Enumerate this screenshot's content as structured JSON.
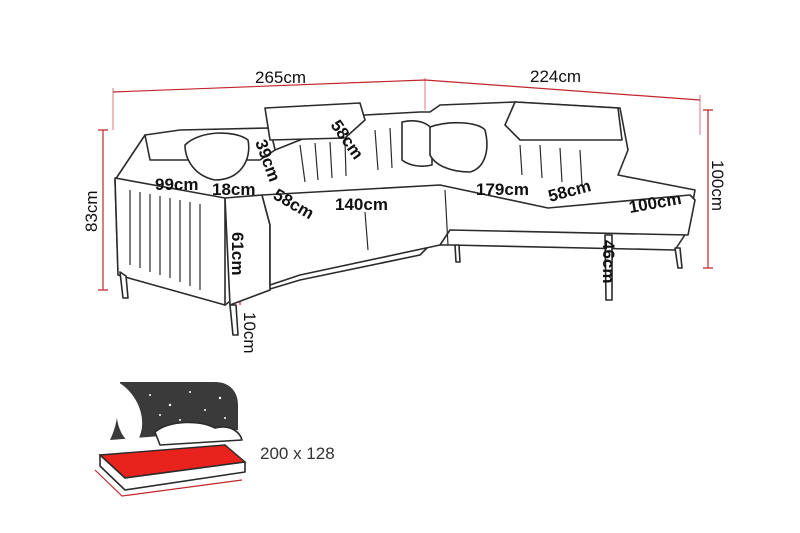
{
  "dimensions": {
    "total_width_left": "265cm",
    "total_width_right": "224cm",
    "height_right": "100cm",
    "height_left": "83cm",
    "armrest_depth": "99cm",
    "armrest_width": "18cm",
    "backrest_height": "39cm",
    "headrest_depth": "58cm",
    "seat_depth_left": "58cm",
    "seat_width_left": "140cm",
    "seat_width_corner": "179cm",
    "seat_depth_right": "58cm",
    "chaise_width": "100cm",
    "seat_height_left": "61cm",
    "seat_height_right": "46cm",
    "leg_height": "10cm"
  },
  "bed": {
    "size_label": "200 x 128",
    "accent": "#e8231d"
  },
  "colors": {
    "dimension_line": "#c0262b",
    "outline": "#2b2b2b"
  }
}
